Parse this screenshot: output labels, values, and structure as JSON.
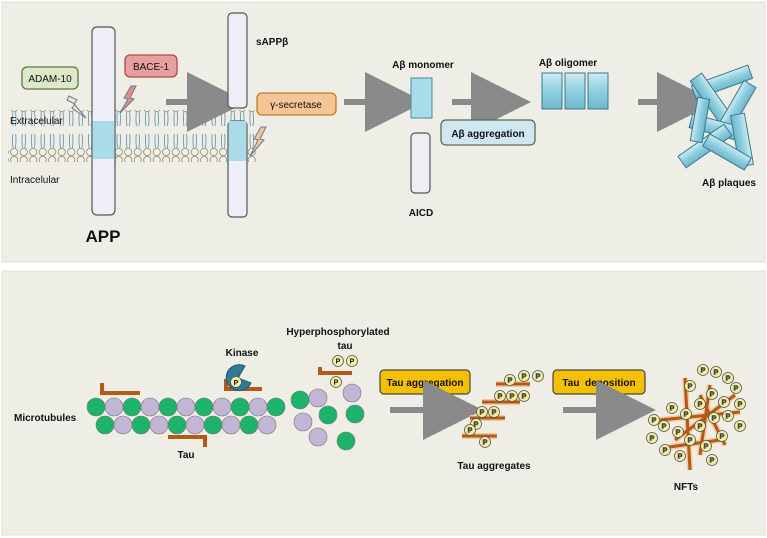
{
  "amyloid_panel": {
    "app_label": "APP",
    "adam10_label": "ADAM-10",
    "bace1_label": "BACE-1",
    "extracellular_label": "Extracelular",
    "intracellular_label": "Intracelular",
    "sappb_label": "sAPPβ",
    "gamma_secretase_label": "γ-secretase",
    "monomer_label": "Aβ monomer",
    "aicd_label": "AICD",
    "aggregation_label": "Aβ aggregation",
    "oligomer_label": "Aβ oligomer",
    "plaques_label": "Aβ plaques"
  },
  "tau_panel": {
    "microtubules_label": "Microtubules",
    "kinase_label": "Kinase",
    "tau_label": "Tau",
    "hyper_label_line1": "Hyperphosphorylated",
    "hyper_label_line2": "tau",
    "tau_aggregation_label": "Tau aggregation",
    "tau_aggregates_label": "Tau aggregates",
    "tau_deposition_label": "Tau  deposition",
    "nfts_label": "NFTs",
    "phospho_symbol": "P"
  },
  "colors": {
    "panel_bg": "#eeeee6",
    "membrane_blue": "#a9dce8",
    "adam_fill": "#dde8c8",
    "adam_border": "#5a7a3a",
    "bace_fill": "#e6a0a0",
    "bace_border": "#b04a4a",
    "gamma_fill": "#f5c595",
    "gamma_border": "#c07a30",
    "aggregation_fill": "#cfe8f0",
    "tau_box_fill": "#f5c000",
    "green": "#1db36b",
    "purple": "#c3b5d6",
    "tau_brown": "#b35a16",
    "arrow_grey": "#8a8a8a"
  }
}
